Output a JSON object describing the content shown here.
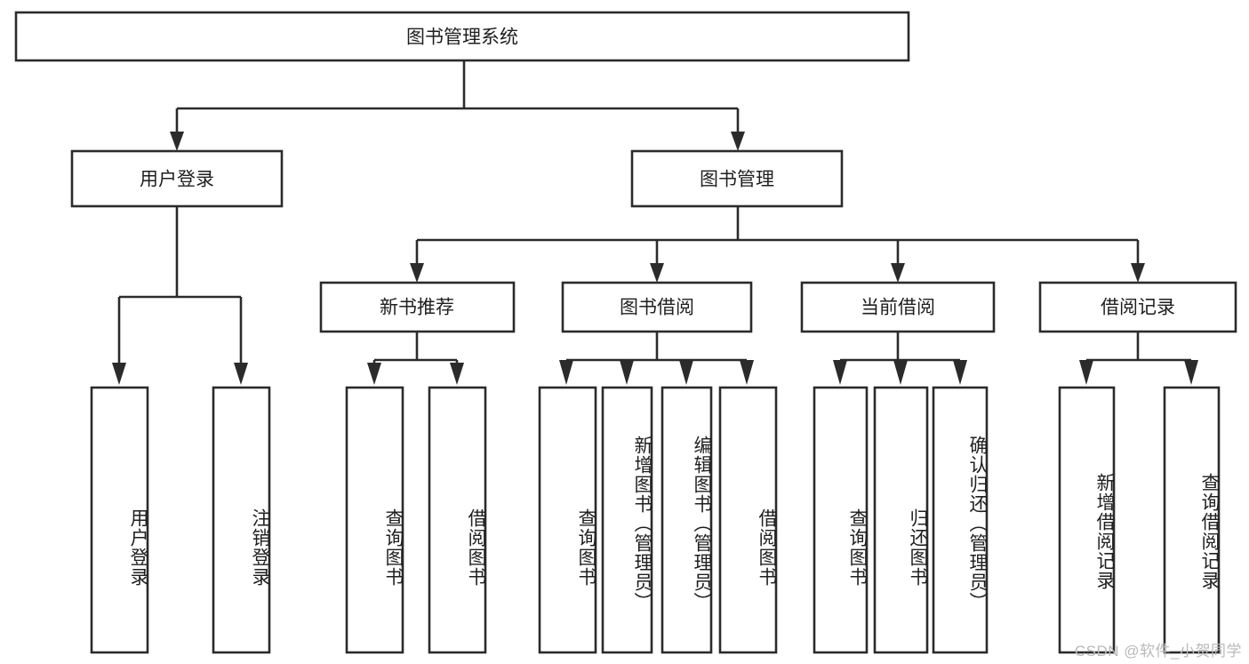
{
  "diagram": {
    "type": "hierarchy-tree",
    "title": "图书管理系统",
    "orientation": "top-down",
    "levels": 4,
    "root": {
      "id": "root",
      "label": "图书管理系统"
    },
    "level2": [
      {
        "id": "user-login",
        "label": "用户登录"
      },
      {
        "id": "book-management",
        "label": "图书管理"
      }
    ],
    "level3": [
      {
        "id": "new-book-recommend",
        "label": "新书推荐",
        "parent": "book-management"
      },
      {
        "id": "book-borrow",
        "label": "图书借阅",
        "parent": "book-management"
      },
      {
        "id": "current-borrow",
        "label": "当前借阅",
        "parent": "book-management"
      },
      {
        "id": "borrow-record",
        "label": "借阅记录",
        "parent": "book-management"
      }
    ],
    "leaves": [
      {
        "id": "leaf-user-login",
        "label": "用户登录",
        "parent": "user-login"
      },
      {
        "id": "leaf-logout-login",
        "label": "注销登录",
        "parent": "user-login"
      },
      {
        "id": "leaf-query-book-1",
        "label": "查询图书",
        "parent": "new-book-recommend"
      },
      {
        "id": "leaf-borrow-book-1",
        "label": "借阅图书",
        "parent": "new-book-recommend"
      },
      {
        "id": "leaf-query-book-2",
        "label": "查询图书",
        "parent": "book-borrow"
      },
      {
        "id": "leaf-add-book",
        "label": "新增图书（管理员）",
        "parent": "book-borrow"
      },
      {
        "id": "leaf-edit-book",
        "label": "编辑图书（管理员）",
        "parent": "book-borrow"
      },
      {
        "id": "leaf-borrow-book-2",
        "label": "借阅图书",
        "parent": "book-borrow"
      },
      {
        "id": "leaf-query-book-3",
        "label": "查询图书",
        "parent": "current-borrow"
      },
      {
        "id": "leaf-return-book",
        "label": "归还图书",
        "parent": "current-borrow"
      },
      {
        "id": "leaf-confirm-return",
        "label": "确认归还（管理员）",
        "parent": "current-borrow"
      },
      {
        "id": "leaf-add-record",
        "label": "新增借阅记录",
        "parent": "borrow-record"
      },
      {
        "id": "leaf-query-record",
        "label": "查询借阅记录",
        "parent": "borrow-record"
      }
    ],
    "colors": {
      "stroke": "#2b2b2b",
      "fill": "#ffffff",
      "text": "#1f1f1f",
      "watermark": "#b9b9b9",
      "background": "#ffffff"
    }
  },
  "watermark": {
    "text": "CSDN @软件_小贺同学"
  }
}
